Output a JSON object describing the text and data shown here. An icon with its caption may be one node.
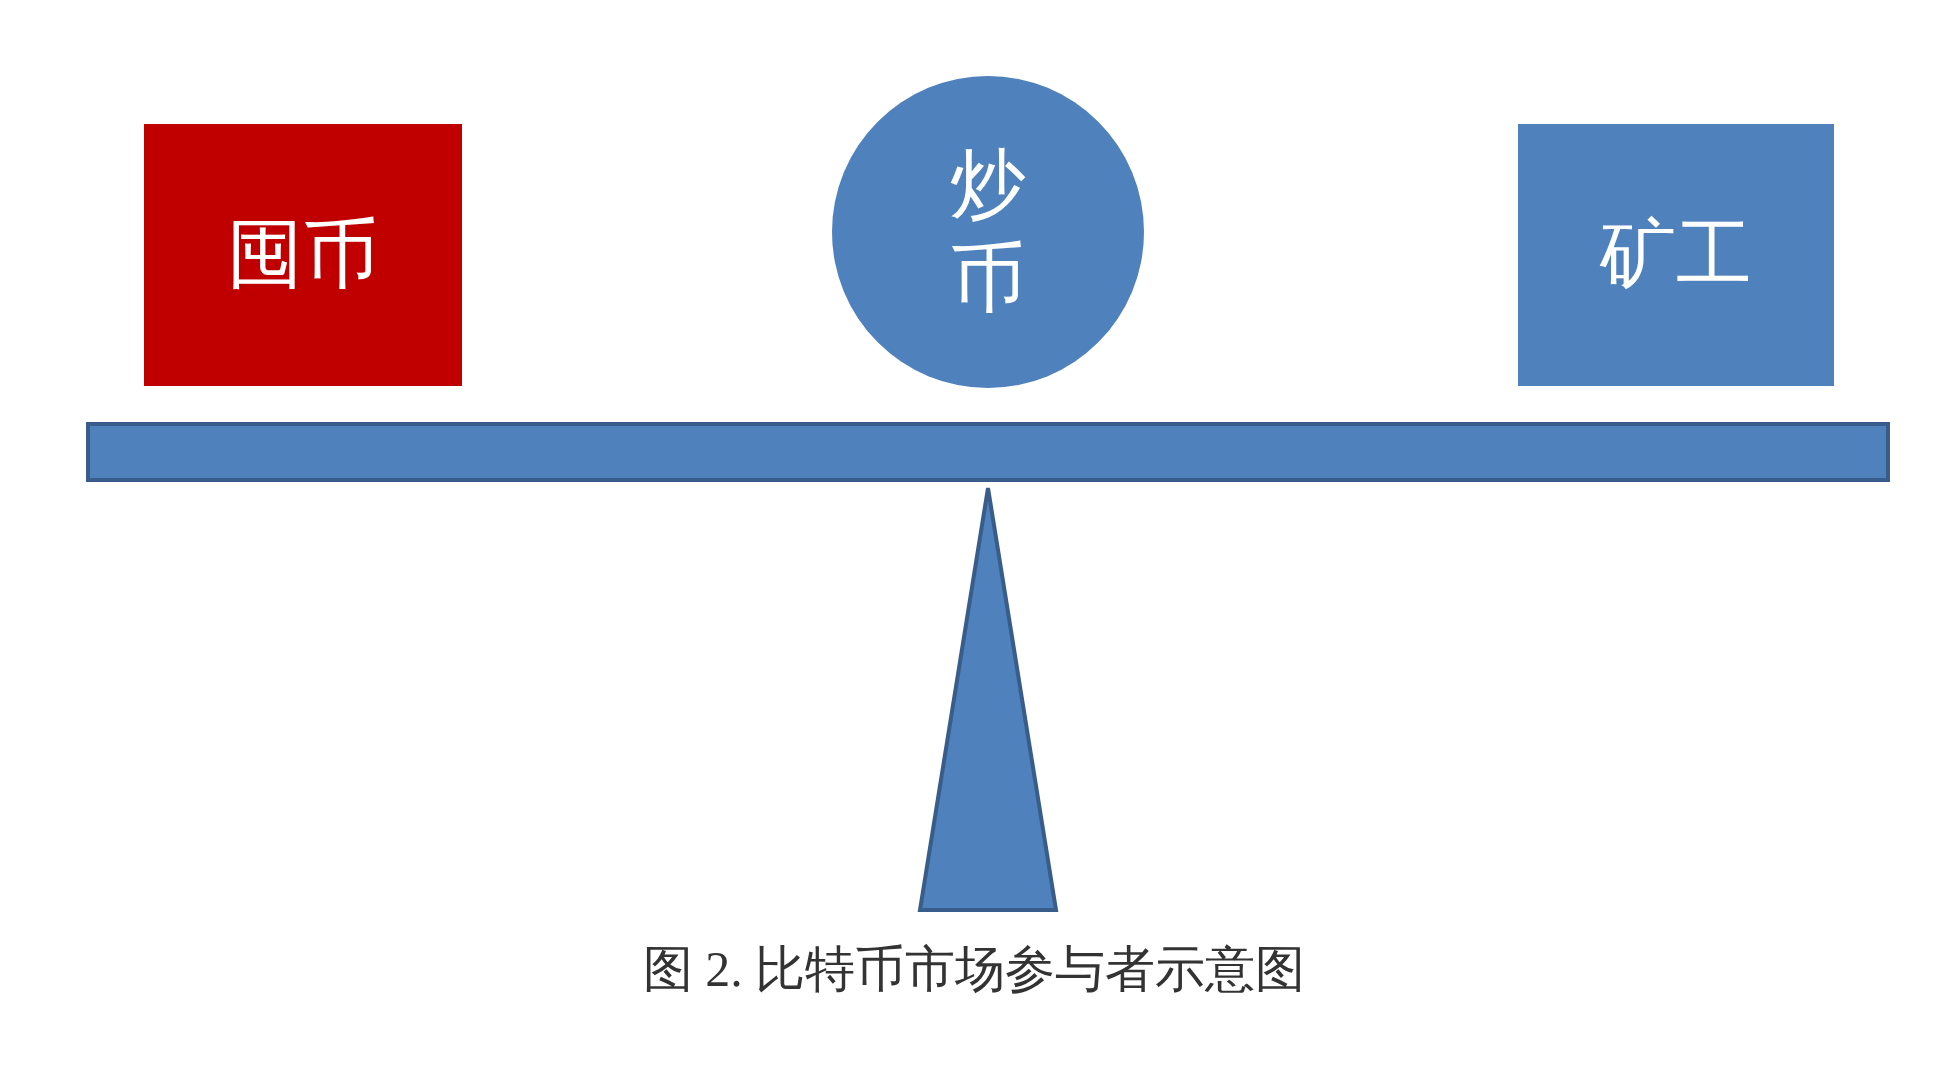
{
  "diagram": {
    "caption": "图 2. 比特币市场参与者示意图",
    "nodes": [
      {
        "text": [
          "囤币"
        ]
      },
      {
        "text": [
          "炒币"
        ]
      },
      {
        "text": [
          "矿工"
        ]
      }
    ]
  }
}
